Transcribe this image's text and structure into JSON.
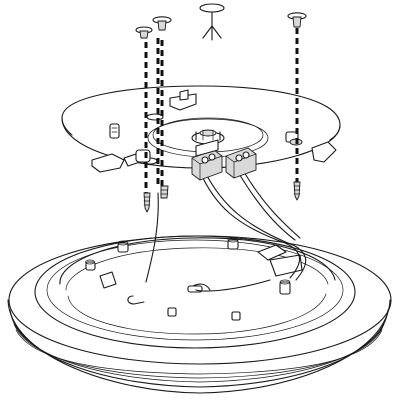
{
  "diagram": {
    "type": "exploded-assembly-illustration",
    "colors": {
      "line": "#1a1a1a",
      "background": "#ffffff",
      "part_fill": "#d9d9d9"
    },
    "parts": [
      {
        "name": "wall-anchor",
        "count": 3
      },
      {
        "name": "mounting-screw",
        "count": 3
      },
      {
        "name": "hook",
        "count": 1
      },
      {
        "name": "mounting-plate",
        "count": 1
      },
      {
        "name": "terminal-block",
        "count": 2
      },
      {
        "name": "lamp-base-ring",
        "count": 1
      }
    ]
  }
}
